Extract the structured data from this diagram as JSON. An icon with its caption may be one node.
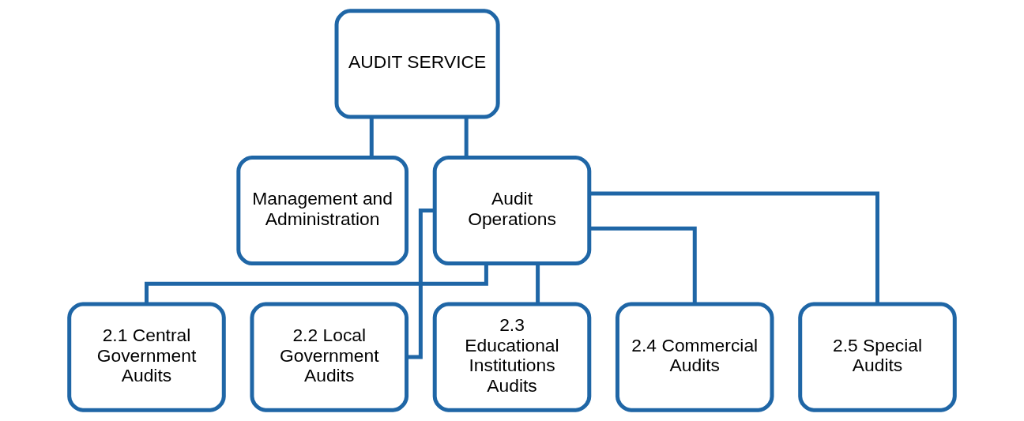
{
  "diagram": {
    "nodes": [
      {
        "text": [
          "AUDIT SERVICE"
        ]
      },
      {
        "text": [
          "Management and Administration"
        ]
      },
      {
        "text": [
          "Audit Operations"
        ]
      },
      {
        "text": [
          "2.1 Central Government Audits"
        ]
      },
      {
        "text": [
          "2.2 Local Government Audits"
        ]
      },
      {
        "text": [
          "2.3 Educational Institutions Audits"
        ]
      },
      {
        "text": [
          "2.4 Commercial Audits"
        ]
      },
      {
        "text": [
          "2.5 Special Audits"
        ]
      }
    ],
    "edges": [
      {
        "from": 0,
        "to": 1,
        "arrow": "none"
      },
      {
        "from": 0,
        "to": 2,
        "arrow": "none"
      },
      {
        "from": 2,
        "to": 3,
        "arrow": "none"
      },
      {
        "from": 2,
        "to": 4,
        "arrow": "none"
      },
      {
        "from": 2,
        "to": 5,
        "arrow": "none"
      },
      {
        "from": 2,
        "to": 6,
        "arrow": "none"
      },
      {
        "from": 2,
        "to": 7,
        "arrow": "none"
      }
    ]
  }
}
